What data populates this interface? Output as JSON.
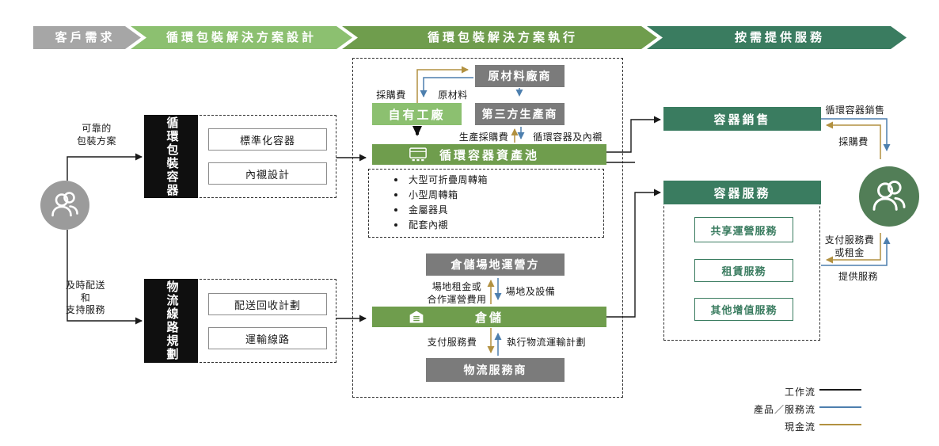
{
  "colors": {
    "stage_gray": "#a6a6a6",
    "stage_light_green": "#8cc070",
    "stage_green": "#6f9d4d",
    "stage_dark_green": "#3a7c60",
    "gray_box": "#7b7b7b",
    "black_box": "#0f0f0f",
    "workflow_black": "#1a1a1a",
    "product_flow_blue": "#4d7fae",
    "cash_flow_gold": "#b29140",
    "person_gray": "#9b9b9b",
    "person_green": "#527e57"
  },
  "stages": [
    {
      "label": "客戶需求",
      "color": "#a6a6a6"
    },
    {
      "label": "循環包裝解決方案設計",
      "color": "#8cc070"
    },
    {
      "label": "循環包裝解決方案執行",
      "color": "#6f9d4d"
    },
    {
      "label": "按需提供服務",
      "color": "#3a7c60"
    }
  ],
  "left": {
    "reliable_label": "可靠的\n包裝方案",
    "timely_label": "及時配送\n和\n支持服務",
    "design_block": {
      "title": "循環包裝容器",
      "items": [
        "標準化容器",
        "內襯設計"
      ]
    },
    "logistics_block": {
      "title": "物流線路規劃",
      "items": [
        "配送回收計劃",
        "運輸線路"
      ]
    }
  },
  "execution": {
    "raw_supplier": "原材料廠商",
    "own_factory": "自有工廠",
    "third_party": "第三方生產商",
    "pool": {
      "title": "循環容器資產池",
      "items": [
        "大型可折疊周轉箱",
        "小型周轉箱",
        "金屬器具",
        "配套內襯"
      ]
    },
    "warehouse_operator": "倉儲場地運營方",
    "warehouse": "倉儲",
    "logistics_provider": "物流服務商",
    "labels": {
      "procurement_fee": "採購費",
      "raw_materials": "原材料",
      "production_fee": "生產採購費",
      "containers_liners": "循環容器及內襯",
      "site_rent": "場地租金或\n合作運營費用",
      "site_equipment": "場地及設備",
      "pay_service_fee": "支付服務費",
      "transport_plan": "執行物流運輸計劃"
    }
  },
  "services": {
    "container_sales": "容器銷售",
    "container_service": "容器服務",
    "items": [
      "共享運營服務",
      "租賃服務",
      "其他增值服務"
    ],
    "labels": {
      "container_sales_flow": "循環容器銷售",
      "procurement_fee": "採購費",
      "pay_fee_or_rent": "支付服務費\n或租金",
      "provide_service": "提供服務"
    }
  },
  "legend": [
    {
      "label": "工作流",
      "color": "#1a1a1a"
    },
    {
      "label": "產品／服務流",
      "color": "#4d7fae"
    },
    {
      "label": "現金流",
      "color": "#b29140"
    }
  ]
}
